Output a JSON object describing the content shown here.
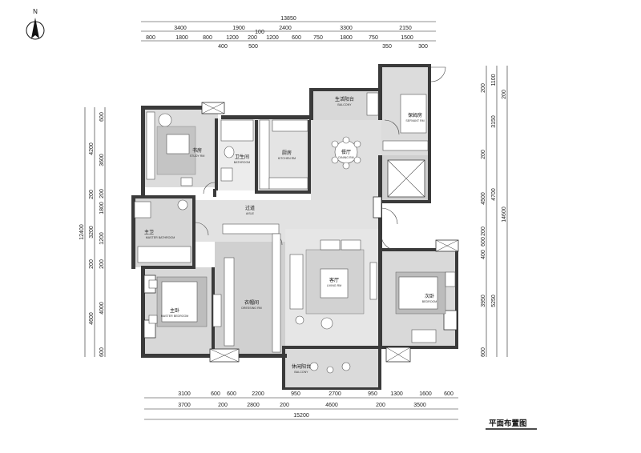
{
  "north": {
    "label": "N",
    "icon": "north-arrow-icon"
  },
  "title": "平面布置图",
  "dims": {
    "top_total": "13850",
    "top_row1": [
      "3400",
      "1900",
      "2400",
      "3300",
      "2150"
    ],
    "top_row2": [
      "800",
      "1800",
      "800",
      "1200",
      "200",
      "1200",
      "600",
      "750",
      "1800",
      "750",
      "1500"
    ],
    "top_row3": [
      "400",
      "500",
      "100",
      "350",
      "300"
    ],
    "bottom_total": "15200",
    "bottom_row1": [
      "3100",
      "600",
      "600",
      "2200",
      "950",
      "2700",
      "950",
      "1300",
      "1600",
      "600"
    ],
    "bottom_row2": [
      "3700",
      "200",
      "2800",
      "200",
      "4600",
      "200",
      "3500"
    ],
    "left_total": "12400",
    "left_row1": [
      "4200",
      "200",
      "3200",
      "200",
      "4600"
    ],
    "left_row2": [
      "600",
      "3600",
      "200",
      "1800",
      "1200",
      "200",
      "4000",
      "600"
    ],
    "right_total": "14600",
    "right_row1": [
      "1100",
      "3150",
      "4700",
      "5250"
    ],
    "right_row2": [
      "200",
      "200",
      "4500",
      "200",
      "600",
      "400",
      "3950",
      "600"
    ],
    "right_row3": [
      "200"
    ]
  },
  "rooms": {
    "study": {
      "cn": "书房",
      "en": "STUDY RM"
    },
    "bathroom": {
      "cn": "卫生间",
      "en": "BATHROOM"
    },
    "kitchen": {
      "cn": "厨房",
      "en": "KITCHEN RM"
    },
    "service_balcony": {
      "cn": "生活阳台",
      "en": "BALCONY"
    },
    "dining": {
      "cn": "餐厅",
      "en": "DINING RM"
    },
    "nanny": {
      "cn": "保姆房",
      "en": "SERVANT RM"
    },
    "aisle": {
      "cn": "过道",
      "en": "AISLE"
    },
    "master_bath": {
      "cn": "主卫",
      "en": "MASTER BATHROOM"
    },
    "master_bed": {
      "cn": "主卧",
      "en": "MASTER BEDROOM"
    },
    "dressing": {
      "cn": "衣帽间",
      "en": "DRESSING RM"
    },
    "living": {
      "cn": "客厅",
      "en": "LIVING RM"
    },
    "second_bed": {
      "cn": "次卧",
      "en": "BEDROOM"
    },
    "leisure_balcony": {
      "cn": "休闲阳台",
      "en": "BALCONY"
    }
  }
}
